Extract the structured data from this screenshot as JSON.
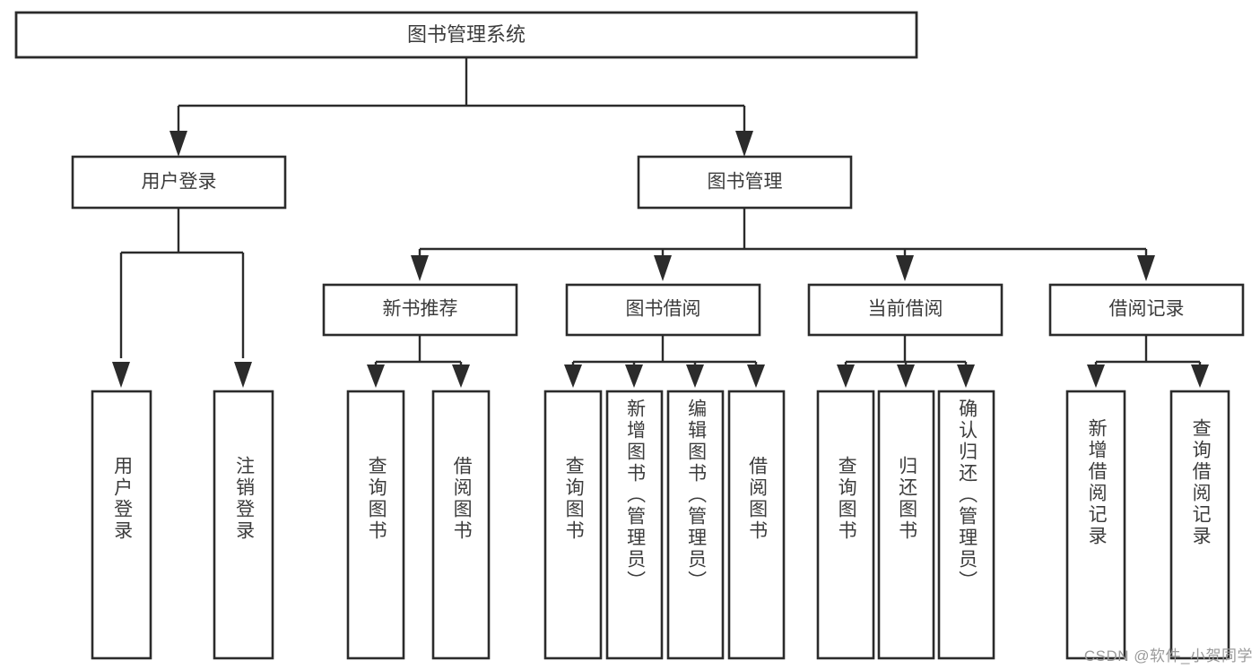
{
  "diagram": {
    "title": "图书管理系统",
    "watermark": "CSDN @软件_小贺同学",
    "levels": {
      "root": {
        "label": "图书管理系统"
      },
      "level2": [
        {
          "label": "用户登录"
        },
        {
          "label": "图书管理"
        }
      ],
      "level3": [
        {
          "label": "新书推荐"
        },
        {
          "label": "图书借阅"
        },
        {
          "label": "当前借阅"
        },
        {
          "label": "借阅记录"
        }
      ],
      "leaves": [
        {
          "label": "用户登录"
        },
        {
          "label": "注销登录"
        },
        {
          "label": "查询图书"
        },
        {
          "label": "借阅图书"
        },
        {
          "label": "查询图书"
        },
        {
          "label": "新增图书（管理员）"
        },
        {
          "label": "编辑图书（管理员）"
        },
        {
          "label": "借阅图书"
        },
        {
          "label": "查询图书"
        },
        {
          "label": "归还图书"
        },
        {
          "label": "确认归还（管理员）"
        },
        {
          "label": "新增借阅记录"
        },
        {
          "label": "查询借阅记录"
        }
      ]
    },
    "colors": {
      "stroke": "#2b2b2b",
      "fill": "#ffffff",
      "text": "#3c3c3c",
      "watermark": "#9a9a9a"
    }
  }
}
